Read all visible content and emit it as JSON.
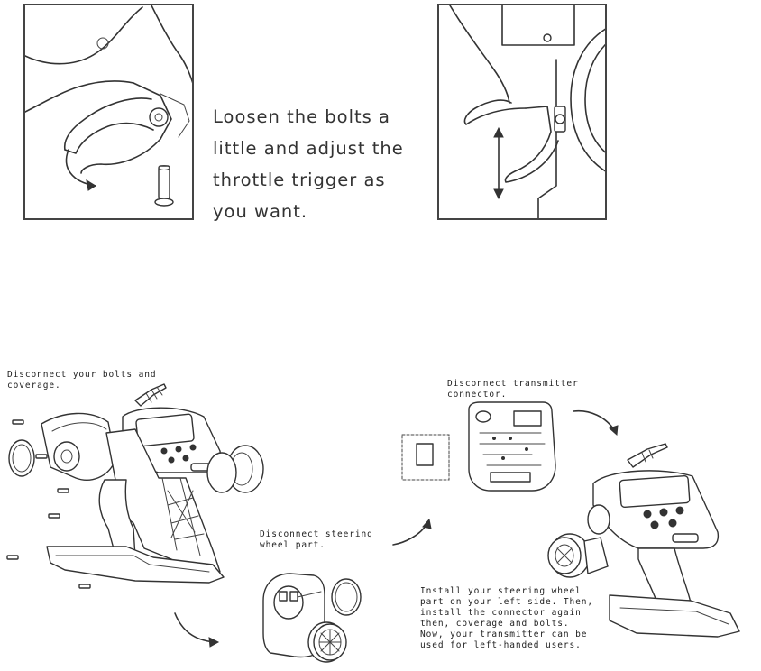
{
  "top_step": {
    "instruction_lines": [
      "Loosen the bolts a",
      "little and adjust the",
      "throttle trigger as",
      "you want."
    ]
  },
  "bottom_step": {
    "note_bolts": [
      "Disconnect your bolts and",
      "coverage."
    ],
    "note_connector": [
      "Disconnect transmitter",
      "connector."
    ],
    "note_steering": [
      "Disconnect steering",
      "wheel part."
    ],
    "note_install": [
      "Install your steering wheel",
      "part on your left side. Then,",
      "install the connector again",
      "then, coverage and bolts.",
      "Now, your transmitter can be",
      "used for left-handed users."
    ]
  }
}
